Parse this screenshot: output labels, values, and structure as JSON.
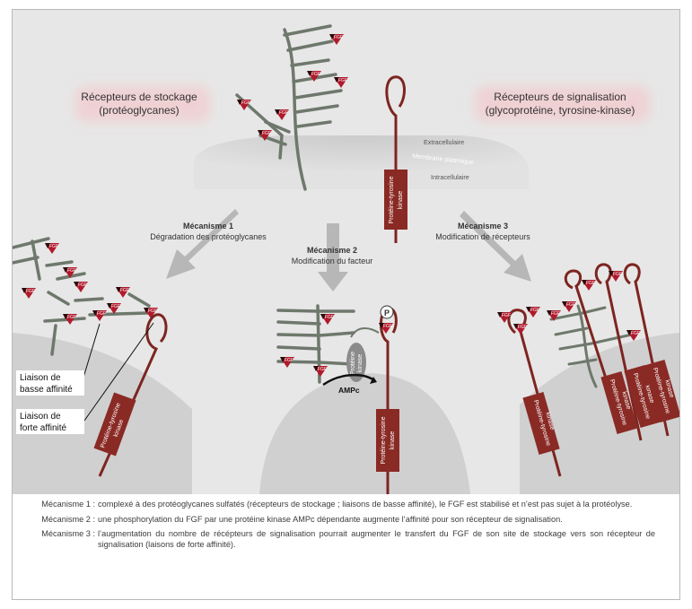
{
  "header": {
    "storage_title_1": "Récepteurs de stockage",
    "storage_title_2": "(protéoglycanes)",
    "signal_title_1": "Récepteurs de signalisation",
    "signal_title_2": "(glycoprotéine, tyrosine-kinase)"
  },
  "membrane": {
    "extracellular": "Extracellulaire",
    "plasma": "Membrane plasmique",
    "intracellular": "Intracellulaire"
  },
  "receptor": {
    "kinase_1": "Protéine-tyrosine",
    "kinase_2": "kinase"
  },
  "factor": {
    "label": "FGF"
  },
  "mechanism1": {
    "title": "Mécanisme 1",
    "subtitle": "Dégradation des protéoglycanes"
  },
  "mechanism2": {
    "title": "Mécanisme 2",
    "subtitle": "Modification du facteur"
  },
  "mechanism3": {
    "title": "Mécanisme 3",
    "subtitle": "Modification de récepteurs"
  },
  "affinity": {
    "low_1": "Liaison de",
    "low_2": "basse affinité",
    "high_1": "Liaison de",
    "high_2": "forte affinité"
  },
  "mechanism2_detail": {
    "phospho": "P",
    "pk_1": "Protéine",
    "pk_2": "kinase",
    "ampc": "AMPc"
  },
  "colors": {
    "fgf": "#b01a2c",
    "receptor": "#7d2520",
    "proteoglycan": "#6e786c",
    "arrow": "#b5b5b5",
    "background": "#e7e7e7"
  },
  "caption": [
    {
      "label": "Mécanisme 1 :",
      "text": "complexé à des protéoglycanes sulfatés (récepteurs de stockage ; liaisons de basse affinité), le FGF est stabilisé et n’est pas sujet à la protéolyse."
    },
    {
      "label": "Mécanisme 2 :",
      "text": "une phosphorylation du FGF par une protéine kinase AMPc dépendante augmente l’affinité pour son récepteur de signalisation."
    },
    {
      "label": "Mécanisme 3 :",
      "text": "l’augmentation du nombre de récépteurs de signalisation pourrait augmenter le transfert du FGF de son site de stockage vers son récepteur de signalisation (laisons de forte affinité)."
    }
  ]
}
